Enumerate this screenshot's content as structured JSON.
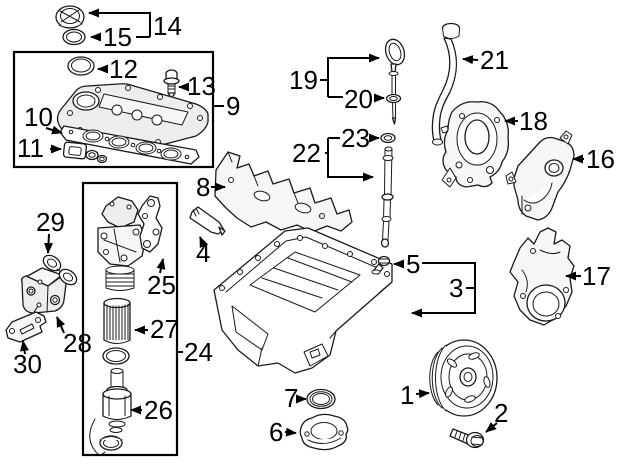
{
  "image": {
    "background_color": "#ffffff",
    "line_color": "#000000",
    "description": "exploded engine parts diagram with numbered callouts"
  },
  "callouts": {
    "n1": "1",
    "n2": "2",
    "n3": "3",
    "n4": "4",
    "n5": "5",
    "n6": "6",
    "n7": "7",
    "n8": "8",
    "n9": "9",
    "n10": "10",
    "n11": "11",
    "n12": "12",
    "n13": "13",
    "n14": "14",
    "n15": "15",
    "n16": "16",
    "n17": "17",
    "n18": "18",
    "n19": "19",
    "n20": "20",
    "n21": "21",
    "n22": "22",
    "n23": "23",
    "n24": "24",
    "n25": "25",
    "n26": "26",
    "n27": "27",
    "n28": "28",
    "n29": "29",
    "n30": "30"
  }
}
